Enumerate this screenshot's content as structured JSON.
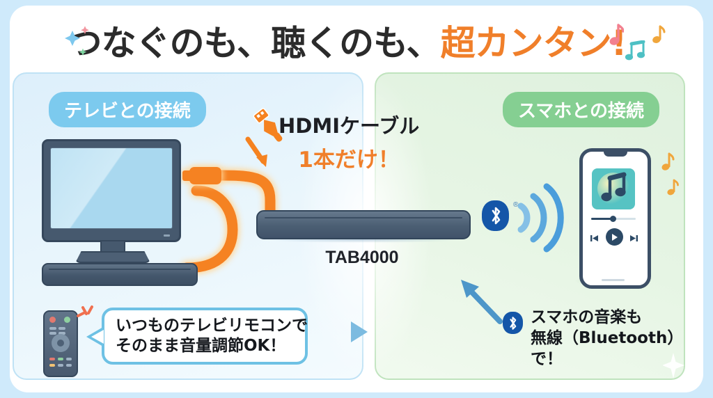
{
  "title": {
    "main": "つなぐのも、聴くのも、",
    "accent": "超カンタン!",
    "sparkle_icon": "sparkle-icon",
    "note_icons": [
      "music-note-pink-icon",
      "music-note-teal-icon",
      "music-note-orange-icon"
    ]
  },
  "panels": {
    "tv": {
      "pill_label": "テレビとの接続",
      "pill_color": "#7ccaee",
      "bg_color": "#e3f2fb",
      "border_color": "#bfe2f5"
    },
    "phone": {
      "pill_label": "スマホとの接続",
      "pill_color": "#85cf92",
      "bg_color": "#e6f5e4",
      "border_color": "#bfe3bd"
    }
  },
  "hdmi": {
    "label_line1": "HDMIケーブル",
    "label_line2": "1本だけ！",
    "accent_color": "#f07f2a",
    "plug_icon": "hdmi-plug-icon",
    "arrow_icon": "down-arrow-icon",
    "cable_color": "#f58220"
  },
  "device": {
    "model_label": "TAB4000",
    "body_color": "#4b5e73"
  },
  "tv": {
    "screen_color": "#b6dff2",
    "bezel_color": "#46596e",
    "icon": "television-icon",
    "soundbar_icon": "soundbar-icon"
  },
  "remote": {
    "icon": "tv-remote-icon",
    "action_lines_color": "#f0704f",
    "bubble_line1": "いつものテレビリモコンで",
    "bubble_line2": "そのまま音量調節OK！",
    "bubble_border_color": "#6ec1e4"
  },
  "middle_marker": {
    "icon": "play-triangle-icon",
    "color": "#7cbbe0"
  },
  "bluetooth": {
    "icon": "bluetooth-icon",
    "icon_color": "#1456a8",
    "registered_mark": "®",
    "wave_icon": "wireless-waves-icon",
    "wave_color": "#4a9ddb",
    "arrow_icon": "up-left-arrow-icon",
    "arrow_color": "#4d96c9",
    "text_line1": "スマホの音楽も",
    "text_line2": "無線（Bluetooth）",
    "text_line3": "で！"
  },
  "phone": {
    "icon": "smartphone-icon",
    "album_icon": "music-note-icon",
    "album_color": "#56c3c3",
    "prev_icon": "skip-previous-icon",
    "play_icon": "play-icon",
    "next_icon": "skip-next-icon",
    "note_icons": [
      "music-note-orange-small-icon",
      "music-note-orange-icon"
    ]
  },
  "decor": {
    "sparkle_bottom_right": "sparkle-icon"
  }
}
